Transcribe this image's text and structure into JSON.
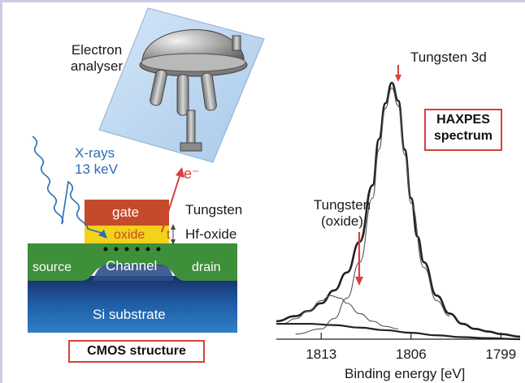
{
  "figure": {
    "analyser_label_line1": "Electron",
    "analyser_label_line2": "analyser",
    "xray_line1": "X-rays",
    "xray_line2": "13 keV",
    "electron_symbol": "e⁻",
    "gate_label": "gate",
    "oxide_label": "oxide",
    "thickness_label": "t",
    "tungsten_label": "Tungsten",
    "hfoxide_label": "Hf-oxide",
    "source_label": "source",
    "channel_label": "Channel",
    "drain_label": "drain",
    "substrate_label": "Si substrate",
    "cmos_caption": "CMOS structure"
  },
  "chart_data": {
    "type": "line",
    "title_line1": "HAXPES",
    "title_line2": "spectrum",
    "xlabel": "Binding energy [eV]",
    "x_reversed": true,
    "xlim": [
      1816.5,
      1797.5
    ],
    "x_ticks": [
      1813,
      1806,
      1799
    ],
    "x_tick_labels": [
      "1813",
      "1806",
      "1799"
    ],
    "annotation_peak": "Tungsten 3d",
    "annotation_oxide_line1": "Tungsten",
    "annotation_oxide_line2": "(oxide)",
    "series": [
      {
        "role": "measured spectrum",
        "x": [
          1816.5,
          1815,
          1814,
          1813,
          1812,
          1811,
          1810,
          1809,
          1808.5,
          1808,
          1807.5,
          1807,
          1806.5,
          1806,
          1805.5,
          1805,
          1804,
          1803,
          1802,
          1801,
          1800,
          1799,
          1797.5
        ],
        "y": [
          0.07,
          0.09,
          0.11,
          0.14,
          0.19,
          0.26,
          0.38,
          0.6,
          0.78,
          0.92,
          1.0,
          0.93,
          0.74,
          0.55,
          0.4,
          0.3,
          0.17,
          0.1,
          0.06,
          0.04,
          0.03,
          0.02,
          0.01
        ]
      },
      {
        "role": "metal component",
        "x": [
          1815,
          1813,
          1812,
          1811,
          1810,
          1809,
          1808.5,
          1808,
          1807.5,
          1807,
          1806.5,
          1806,
          1805,
          1804,
          1803
        ],
        "y": [
          0.02,
          0.04,
          0.08,
          0.16,
          0.3,
          0.55,
          0.74,
          0.9,
          0.98,
          0.91,
          0.72,
          0.53,
          0.28,
          0.15,
          0.09
        ]
      },
      {
        "role": "oxide component",
        "x": [
          1816,
          1815,
          1814,
          1813,
          1812.3,
          1811.5,
          1811,
          1810,
          1809,
          1808,
          1807
        ],
        "y": [
          0.06,
          0.08,
          0.11,
          0.15,
          0.17,
          0.16,
          0.14,
          0.1,
          0.07,
          0.05,
          0.04
        ]
      },
      {
        "role": "background",
        "x": [
          1816.5,
          1814,
          1812,
          1810,
          1808,
          1806,
          1804,
          1802,
          1800,
          1797.5
        ],
        "y": [
          0.06,
          0.06,
          0.055,
          0.045,
          0.035,
          0.025,
          0.015,
          0.008,
          0.004,
          0.0
        ]
      }
    ]
  },
  "colors": {
    "gate": "#c54a2c",
    "oxide": "#f2d21a",
    "silicon_top": "#3e8f3a",
    "substrate": "#1e4f8e",
    "accent": "#d9403a",
    "xray": "#2a6db5"
  }
}
